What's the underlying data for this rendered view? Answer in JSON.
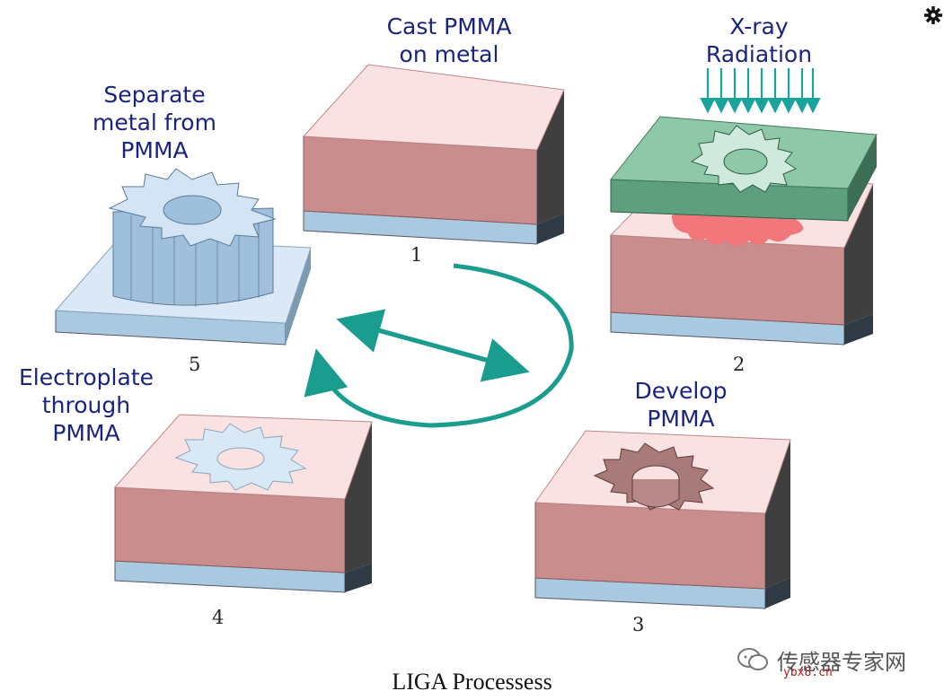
{
  "diagram": {
    "steps": [
      {
        "number": "1",
        "label": "Cast PMMA\non metal"
      },
      {
        "number": "2",
        "label": "X-ray\nRadiation"
      },
      {
        "number": "3",
        "label": "Develop\nPMMA"
      },
      {
        "number": "4",
        "label": "Electroplate\nthrough\nPMMA"
      },
      {
        "number": "5",
        "label": "Separate\nmetal from\nPMMA"
      }
    ],
    "caption": "LIGA Processess",
    "colors": {
      "pmma_top": "#fbe2e2",
      "pmma_front": "#c98d8d",
      "pmma_side": "#3f3f3f",
      "substrate": "#a9c9e0",
      "mask": "#5e9f7f",
      "exposed": "#f2777a",
      "metal": "#c9def0",
      "arrow": "#1a9c8f",
      "radiation": "#1aa39a"
    }
  },
  "watermark": {
    "text": "传感器专家网",
    "url": "ybx8.cn",
    "icon": "chat-bubbles-icon"
  },
  "corner_icon": "gear-icon"
}
